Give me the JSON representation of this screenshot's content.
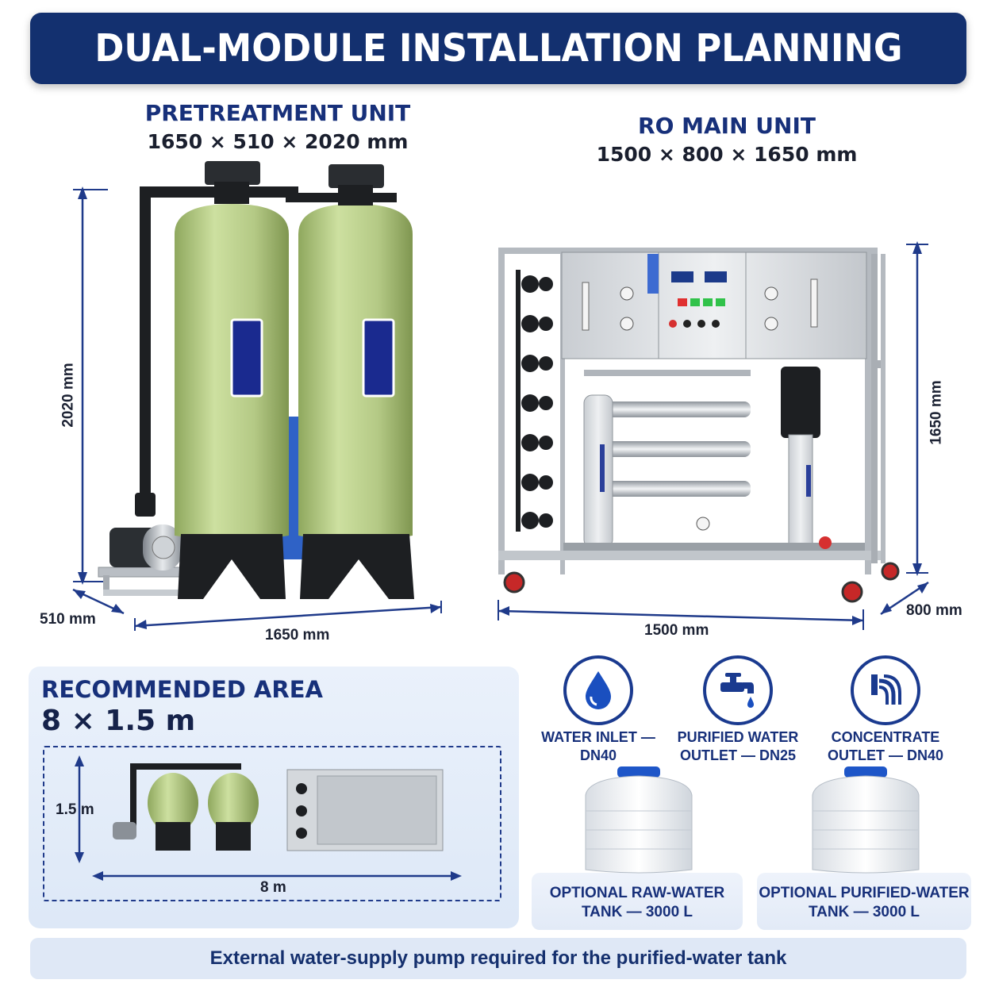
{
  "banner": {
    "title": "DUAL-MODULE INSTALLATION PLANNING"
  },
  "pretreatment": {
    "name": "PRETREATMENT UNIT",
    "dimensions": "1650 × 510 × 2020 mm",
    "height_label": "2020 mm",
    "depth_label": "510 mm",
    "width_label": "1650 mm"
  },
  "ro_unit": {
    "name": "RO MAIN UNIT",
    "dimensions": "1500 × 800 × 1650 mm",
    "height_label": "1650 mm",
    "depth_label": "800 mm",
    "width_label": "1500 mm"
  },
  "area": {
    "title": "RECOMMENDED AREA",
    "value": "8 × 1.5 m",
    "height_label": "1.5 m",
    "width_label": "8 m"
  },
  "ports": [
    {
      "icon": "water-drop-icon",
      "line1": "WATER INLET —",
      "line2": "DN40"
    },
    {
      "icon": "faucet-icon",
      "line1": "PURIFIED WATER",
      "line2": "OUTLET — DN25"
    },
    {
      "icon": "concentrate-pipe-icon",
      "line1": "CONCENTRATE",
      "line2": "OUTLET — DN40"
    }
  ],
  "tanks": [
    {
      "line1": "OPTIONAL RAW-WATER",
      "line2": "TANK — 3000 L"
    },
    {
      "line1": "OPTIONAL PURIFIED-WATER",
      "line2": "TANK — 3000 L"
    }
  ],
  "footer": {
    "text": "External water-supply pump required for the purified-water tank"
  },
  "colors": {
    "navy": "#13306f",
    "accent_blue": "#1a3a8f",
    "tank_green": "#b9cf8a",
    "panel_bg": "#e3ebf7"
  }
}
